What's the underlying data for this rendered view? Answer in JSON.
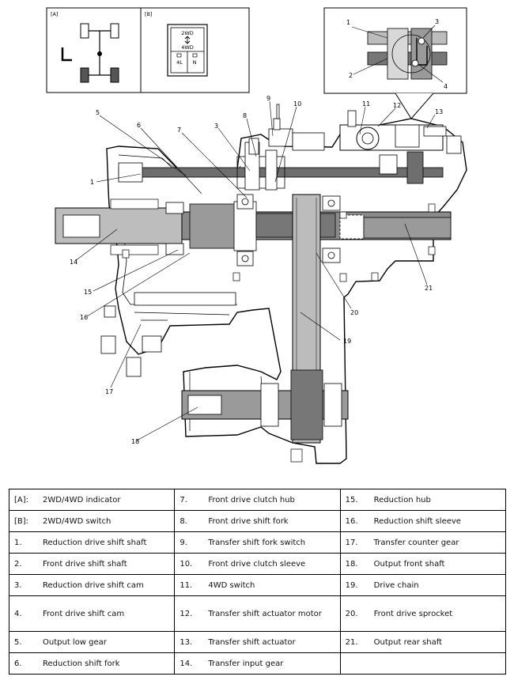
{
  "inset_a": {
    "tag": "[A]"
  },
  "inset_b": {
    "tag": "[B]",
    "switch_top": "2WD",
    "switch_bottom": "4WD",
    "switch_left": "4L",
    "switch_right": "N"
  },
  "callouts": [
    "1",
    "2",
    "3",
    "4",
    "5",
    "6",
    "7",
    "3",
    "8",
    "9",
    "10",
    "11",
    "12",
    "13",
    "1",
    "14",
    "15",
    "16",
    "17",
    "18",
    "19",
    "20",
    "21"
  ],
  "inset_callouts": [
    "1",
    "2",
    "3",
    "4"
  ],
  "legend": {
    "rows": [
      [
        {
          "n": "[A]:",
          "t": "2WD/4WD indicator"
        },
        {
          "n": "7.",
          "t": "Front drive clutch hub"
        },
        {
          "n": "15.",
          "t": "Reduction hub"
        }
      ],
      [
        {
          "n": "[B]:",
          "t": "2WD/4WD switch"
        },
        {
          "n": "8.",
          "t": "Front drive shift fork"
        },
        {
          "n": "16.",
          "t": "Reduction shift sleeve"
        }
      ],
      [
        {
          "n": "1.",
          "t": "Reduction drive shift shaft"
        },
        {
          "n": "9.",
          "t": "Transfer shift fork switch"
        },
        {
          "n": "17.",
          "t": "Transfer counter gear"
        }
      ],
      [
        {
          "n": "2.",
          "t": "Front drive shift shaft"
        },
        {
          "n": "10.",
          "t": "Front drive clutch sleeve"
        },
        {
          "n": "18.",
          "t": "Output front shaft"
        }
      ],
      [
        {
          "n": "3.",
          "t": "Reduction drive shift cam"
        },
        {
          "n": "11.",
          "t": "4WD switch"
        },
        {
          "n": "19.",
          "t": "Drive chain"
        }
      ],
      [
        {
          "n": "4.",
          "t": "Front drive shift cam"
        },
        {
          "n": "12.",
          "t": "Transfer shift actuator motor"
        },
        {
          "n": "20.",
          "t": "Front drive sprocket"
        }
      ],
      [
        {
          "n": "5.",
          "t": "Output low gear"
        },
        {
          "n": "13.",
          "t": "Transfer shift actuator"
        },
        {
          "n": "21.",
          "t": "Output rear shaft"
        }
      ],
      [
        {
          "n": "6.",
          "t": "Reduction shift fork"
        },
        {
          "n": "14.",
          "t": "Transfer input gear"
        },
        {
          "n": "",
          "t": ""
        }
      ]
    ]
  }
}
